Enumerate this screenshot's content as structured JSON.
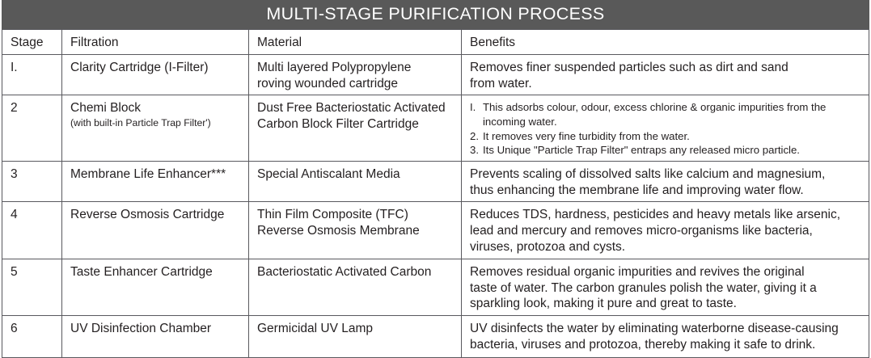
{
  "title": "MULTI-STAGE PURIFICATION PROCESS",
  "colors": {
    "title_bar_bg": "#595959",
    "title_text": "#ffffff",
    "grid_line": "#59595e",
    "outer_border": "#231f20",
    "body_text": "#231f20",
    "page_bg": "#ffffff"
  },
  "columns": [
    {
      "key": "stage",
      "label": "Stage"
    },
    {
      "key": "filtration",
      "label": "Filtration"
    },
    {
      "key": "material",
      "label": "Material"
    },
    {
      "key": "benefits",
      "label": "Benefits"
    }
  ],
  "rows": [
    {
      "stage": "I.",
      "filtration": "Clarity Cartridge (I-Filter)",
      "filtration_note": "",
      "material": "Multi layered Polypropylene\nroving wounded cartridge",
      "benefits": "Removes finer suspended particles such as dirt and sand\nfrom water.",
      "benefits_list": []
    },
    {
      "stage": "2",
      "filtration": "Chemi Block",
      "filtration_note": "(with built-in Particle Trap Filter')",
      "material": "Dust Free Bacteriostatic Activated\nCarbon Block Filter Cartridge",
      "benefits": "",
      "benefits_list": [
        {
          "num": "I.",
          "text": "This adsorbs colour, odour, excess chlorine & organic impurities from the incoming water."
        },
        {
          "num": "2.",
          "text": "It removes very fine turbidity from the water."
        },
        {
          "num": "3.",
          "text": "Its Unique \"Particle Trap Filter\" entraps any released micro particle."
        }
      ]
    },
    {
      "stage": "3",
      "filtration": "Membrane Life Enhancer***",
      "filtration_note": "",
      "material": "Special Antiscalant Media",
      "benefits": "Prevents scaling of dissolved salts like calcium and magnesium,\nthus enhancing the membrane life and improving water flow.",
      "benefits_list": []
    },
    {
      "stage": "4",
      "filtration": "Reverse Osmosis Cartridge",
      "filtration_note": "",
      "material": "Thin Film Composite (TFC)\nReverse Osmosis Membrane",
      "benefits": "Reduces TDS, hardness, pesticides and heavy metals like arsenic,\nlead and mercury and removes micro-organisms like bacteria,\nviruses, protozoa and cysts.",
      "benefits_list": []
    },
    {
      "stage": "5",
      "filtration": "Taste Enhancer Cartridge",
      "filtration_note": "",
      "material": "Bacteriostatic Activated Carbon",
      "benefits": "Removes residual organic impurities and revives the original\ntaste of water. The carbon granules polish the water, giving it a\nsparkling look, making it pure and great to taste.",
      "benefits_list": []
    },
    {
      "stage": "6",
      "filtration": "UV Disinfection Chamber",
      "filtration_note": "",
      "material": "Germicidal UV Lamp",
      "benefits": "UV disinfects the water by eliminating waterborne disease-causing\nbacteria, viruses and protozoa, thereby making it safe to drink.",
      "benefits_list": []
    }
  ]
}
